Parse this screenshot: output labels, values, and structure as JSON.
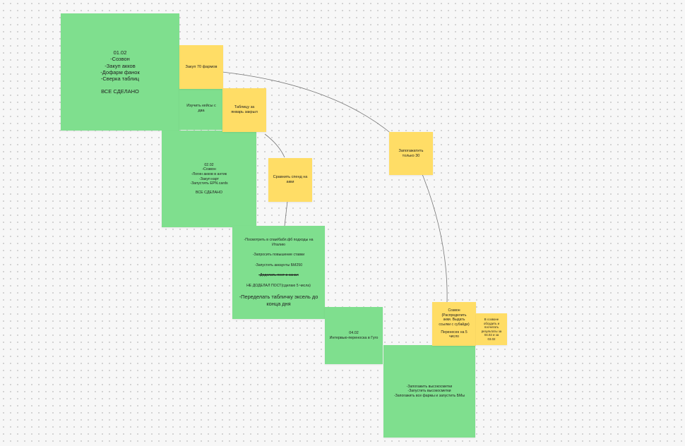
{
  "notes": {
    "n0102": {
      "lines": [
        "01.02",
        "-Созвон",
        "-Закуп акков",
        "-Дофарм фанок",
        "-Сверка таблиц"
      ],
      "status": "ВСЕ СДЕЛАНО",
      "color": "#7fdf8e"
    },
    "izuchit": {
      "text": "Изучить кейсы с два",
      "color": "#7fdf8e"
    },
    "zakup70": {
      "text": "Закуп 70 фармов",
      "color": "#ffdd66"
    },
    "tablitsu": {
      "text": "Таблицу за январь закрыл",
      "color": "#ffdd66"
    },
    "n0202": {
      "lines": [
        "02.02",
        "-Созвон",
        "-Логин акков в антик",
        "-Закуп карт",
        "-Запустить EPN.cards"
      ],
      "status": "ВСЕ СДЕЛАНО",
      "color": "#7fdf8e"
    },
    "sravnit": {
      "text": "Сравнить спенд на акки",
      "color": "#ffdd66"
    },
    "zapogat": {
      "text": "Запогажатить только 30",
      "color": "#ffdd66"
    },
    "n0302": {
      "item1": "-Посмотреть в спаи/бабл.фб подходы на Италию",
      "item2": "-Запросить повышение ставки",
      "item3": "-Запустить аккаунты БМ250",
      "item4": "-Доделать пост в канал",
      "note": "НЕ ДОДЕЛАЛ ПОСТ(сделаю 5 числа)",
      "big": "-Переделать табличку эксель до конца дня",
      "color": "#7fdf8e"
    },
    "n0402": {
      "lines": [
        "04.02",
        "Интервью-переноска в Гуго"
      ],
      "color": "#7fdf8e"
    },
    "sozvon": {
      "lines": [
        "Созвон",
        "(Распределить",
        "акки. Выдать",
        "ссылки с субайди)"
      ],
      "moved": [
        "Перенесен на 5",
        "число"
      ],
      "color": "#ffdd66"
    },
    "vsozvone": {
      "lines": [
        "В созвоне",
        "обсудить и",
        "посчитать",
        "результаты за",
        "04.02 и за",
        "03.02"
      ],
      "color": "#ffdd66"
    },
    "bottom": {
      "lines": [
        "-Запогажить высокосметки",
        "-Запустить высокосметки",
        "-Запогажить все фармы и запустить БМы"
      ],
      "color": "#7fdf8e"
    }
  },
  "connectors": [
    "zakup70-to-zapogat",
    "tablitsu-to-sravnit",
    "sravnit-to-n0302",
    "zapogat-to-sozvon"
  ]
}
